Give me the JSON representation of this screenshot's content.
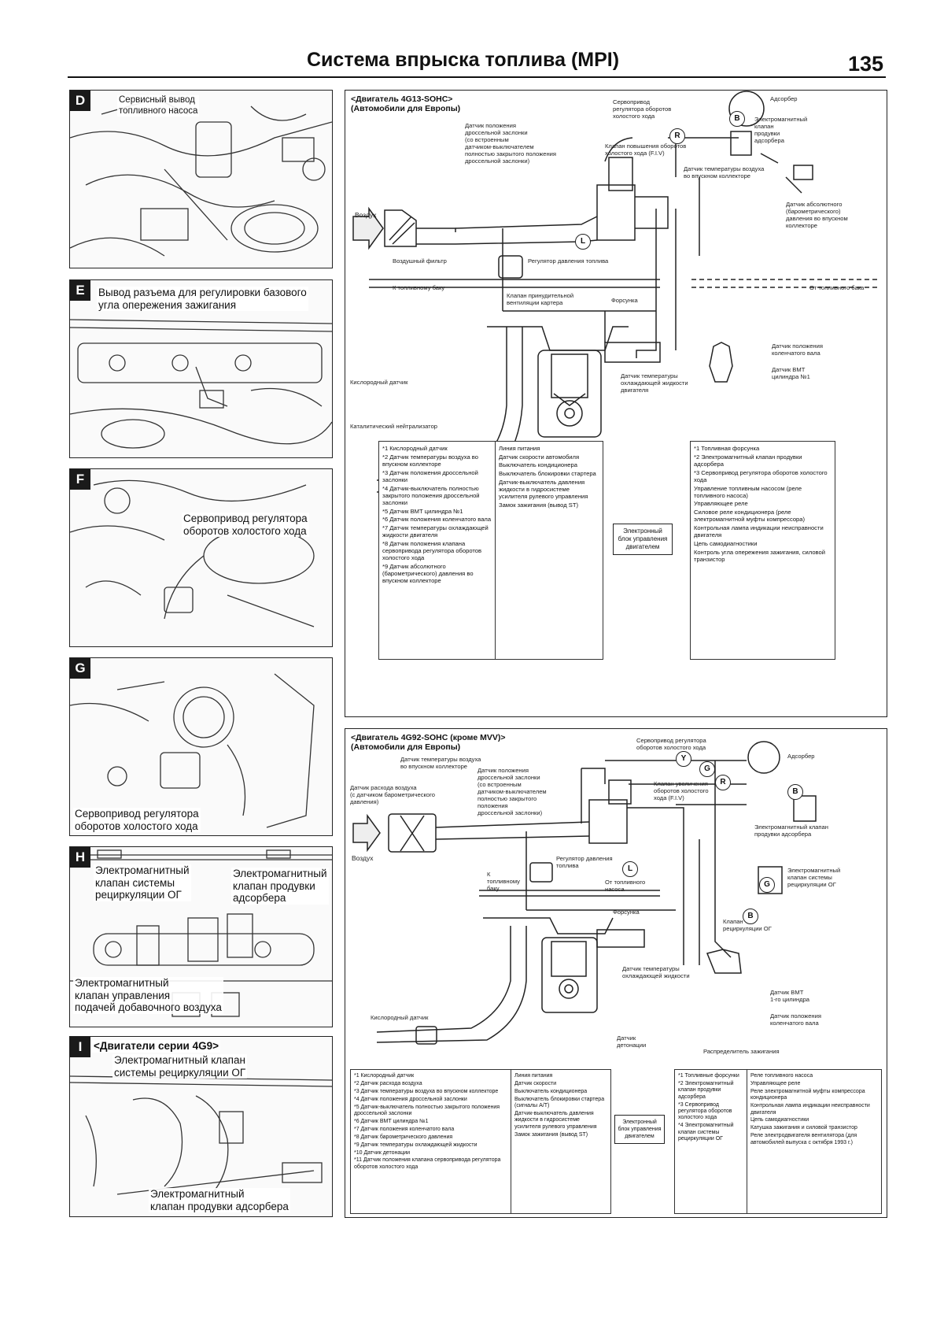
{
  "header": {
    "title": "Система впрыска топлива (MPI)",
    "page_number": "135"
  },
  "panels": {
    "D": {
      "letter": "D",
      "caption": "Сервисный вывод\nтопливного насоса"
    },
    "E": {
      "letter": "E",
      "caption": "Вывод разъема для регулировки базового\nугла опережения зажигания"
    },
    "F": {
      "letter": "F",
      "caption": "Сервопривод регулятора\nоборотов холостого хода"
    },
    "G": {
      "letter": "G",
      "caption": "Сервопривод регулятора\nоборотов холостого хода"
    },
    "H": {
      "letter": "H",
      "caption_left": "Электромагнитный\nклапан системы\nрециркуляции ОГ",
      "caption_right": "Электромагнитный\nклапан продувки\nадсорбера",
      "caption_bottom": "Электромагнитный\nклапан управления\nподачей добавочного воздуха"
    },
    "I": {
      "letter": "I",
      "heading": "<Двигатели серии 4G9>",
      "caption_top": "Электромагнитный клапан\nсистемы рециркуляции ОГ",
      "caption_bottom": "Электромагнитный\nклапан продувки адсорбера"
    }
  },
  "diagram1": {
    "title": "<Двигатель 4G13-SOHC>\n(Автомобили для Европы)",
    "labels": {
      "throttle_sensor": "Датчик положения\nдроссельной заслонки\n(со встроенным\nдатчиком-выключателем\nполностью закрытого положения\nдроссельной заслонки)",
      "isc_servo": "Сервопривод\nрегулятора оборотов\nхолостого хода",
      "adsorber": "Адсорбер",
      "purge_valve": "Электромагнитный\nклапан\nпродувки\nадсорбера",
      "fast_idle_valve": "Клапан повышения оборотов\nхолостого хода (F.I.V)",
      "intake_air_temp": "Датчик температуры воздуха\nво впускном коллекторе",
      "map_sensor": "Датчик абсолютного\n(барометрического)\nдавления во впускном\nколлекторе",
      "air": "Воздух",
      "air_filter": "Воздушный фильтр",
      "fuel_pressure_regulator": "Регулятор давления топлива",
      "to_fuel_tank": "К топливному баку",
      "from_fuel_tank": "От топливного бака",
      "pcv_valve": "Клапан принудительной\nвентиляции картера",
      "injector": "Форсунка",
      "crank_sensor": "Датчик положения\nколенчатого вала",
      "tdc_sensor": "Датчик ВМТ\nцилиндра №1",
      "coolant_temp": "Датчик температуры\nохлаждающей жидкости\nдвигателя",
      "o2_sensor": "Кислородный датчик",
      "catalyst": "Каталитический нейтрализатор",
      "ecu": "Электронный\nблок\nуправления\nдвигателем"
    },
    "legend_sensors": [
      "*1 Кислородный датчик",
      "*2 Датчик температуры воздуха во впускном коллекторе",
      "*3 Датчик положения дроссельной заслонки",
      "*4 Датчик-выключатель полностью закрытого положения дроссельной заслонки",
      "*5 Датчик ВМТ цилиндра №1",
      "*6 Датчик положения коленчатого вала",
      "*7 Датчик температуры охлаждающей жидкости двигателя",
      "*8 Датчик положения клапана сервопривода регулятора оборотов холостого хода",
      "*9 Датчик абсолютного (барометрического) давления во впускном коллекторе"
    ],
    "legend_inputs": [
      "Линия питания",
      "Датчик скорости автомобиля",
      "Выключатель кондиционера",
      "Выключатель блокировки стартера",
      "Датчик-выключатель давления жидкости в гидросистеме усилителя рулевого управления",
      "Замок зажигания (вывод ST)"
    ],
    "legend_outputs": [
      "*1 Топливная форсунка",
      "*2 Электромагнитный клапан продувки адсорбера",
      "*3 Сервопривод регулятора оборотов холостого хода",
      "Управление топливным насосом (реле топливного насоса)",
      "Управляющее реле",
      "Силовое реле кондиционера (реле электромагнитной муфты компрессора)",
      "Контрольная лампа индикации неисправности двигателя",
      "Цепь самодиагностики",
      "Контроль угла опережения зажигания, силовой транзистор"
    ]
  },
  "diagram2": {
    "title": "<Двигатель 4G92-SOHC (кроме MVV)>\n(Автомобили для Европы)",
    "labels": {
      "intake_air_temp": "Датчик температуры воздуха\nво впускном коллекторе",
      "maf_sensor": "Датчик расхода воздуха\n(с датчиком барометрического\nдавления)",
      "throttle_sensor": "Датчик положения\nдроссельной заслонки\n(со встроенным\nдатчиком-выключателем\nполностью закрытого\nположения\nдроссельной заслонки)",
      "isc_servo": "Сервопривод регулятора\nоборотов холостого хода",
      "adsorber": "Адсорбер",
      "fast_idle_valve": "Клапан увеличения\nоборотов холостого\nхода (F.I.V)",
      "purge_valve": "Электромагнитный клапан\nпродувки адсорбера",
      "air": "Воздух",
      "fuel_pressure_regulator": "Регулятор давления\nтоплива",
      "to_fuel_tank": "К\nтопливному\nбаку",
      "from_fuel_tank": "От топливного\nнасоса",
      "egr_solenoid": "Электромагнитный\nклапан системы\nрециркуляции ОГ",
      "injector": "Форсунка",
      "egr_valve": "Клапан\nрециркуляции ОГ",
      "coolant_temp": "Датчик температуры\nохлаждающей жидкости",
      "tdc_sensor": "Датчик ВМТ\n1-го цилиндра",
      "crank_sensor": "Датчик положения\nколенчатого вала",
      "o2_sensor": "Кислородный датчик",
      "knock_sensor": "Датчик\nдетонации",
      "distributor": "Распределитель зажигания",
      "ecu": "Электронный\nблок\nуправления\nдвигателем"
    },
    "legend_sensors": [
      "*1 Кислородный датчик",
      "*2 Датчик расхода воздуха",
      "*3 Датчик температуры воздуха во впускном коллекторе",
      "*4 Датчик положения дроссельной заслонки",
      "*5 Датчик-выключатель полностью закрытого положения дроссельной заслонки",
      "*6 Датчик ВМТ цилиндра №1",
      "*7 Датчик положения коленчатого вала",
      "*8 Датчик барометрического давления",
      "*9 Датчик температуры охлаждающей жидкости",
      "*10 Датчик детонации",
      "*11 Датчик положения клапана сервопривода регулятора оборотов холостого хода"
    ],
    "legend_inputs": [
      "Линия питания",
      "Датчик скорости",
      "Выключатель кондиционера",
      "Выключатель блокировки стартера (сигналы A/T)",
      "Датчик-выключатель давления жидкости в гидросистеме усилителя рулевого управления",
      "Замок зажигания (вывод ST)"
    ],
    "legend_outputs_a": [
      "*1 Топливные форсунки",
      "*2 Электромагнитный клапан продувки адсорбера",
      "*3 Сервопривод регулятора оборотов холостого хода",
      "*4 Электромагнитный клапан системы рециркуляции ОГ"
    ],
    "legend_outputs_b": [
      "Реле топливного насоса",
      "Управляющее реле",
      "Реле электромагнитной муфты компрессора кондиционера",
      "Контрольная лампа индикации неисправности двигателя",
      "Цепь самодиагностики",
      "Катушка зажигания и силовой транзистор",
      "Реле электродвигателя вентилятора (для автомобилей выпуска с октября 1993 г.)"
    ]
  },
  "hose_markers": {
    "L": "L",
    "R": "R",
    "B": "B",
    "Y": "Y",
    "G": "G"
  }
}
